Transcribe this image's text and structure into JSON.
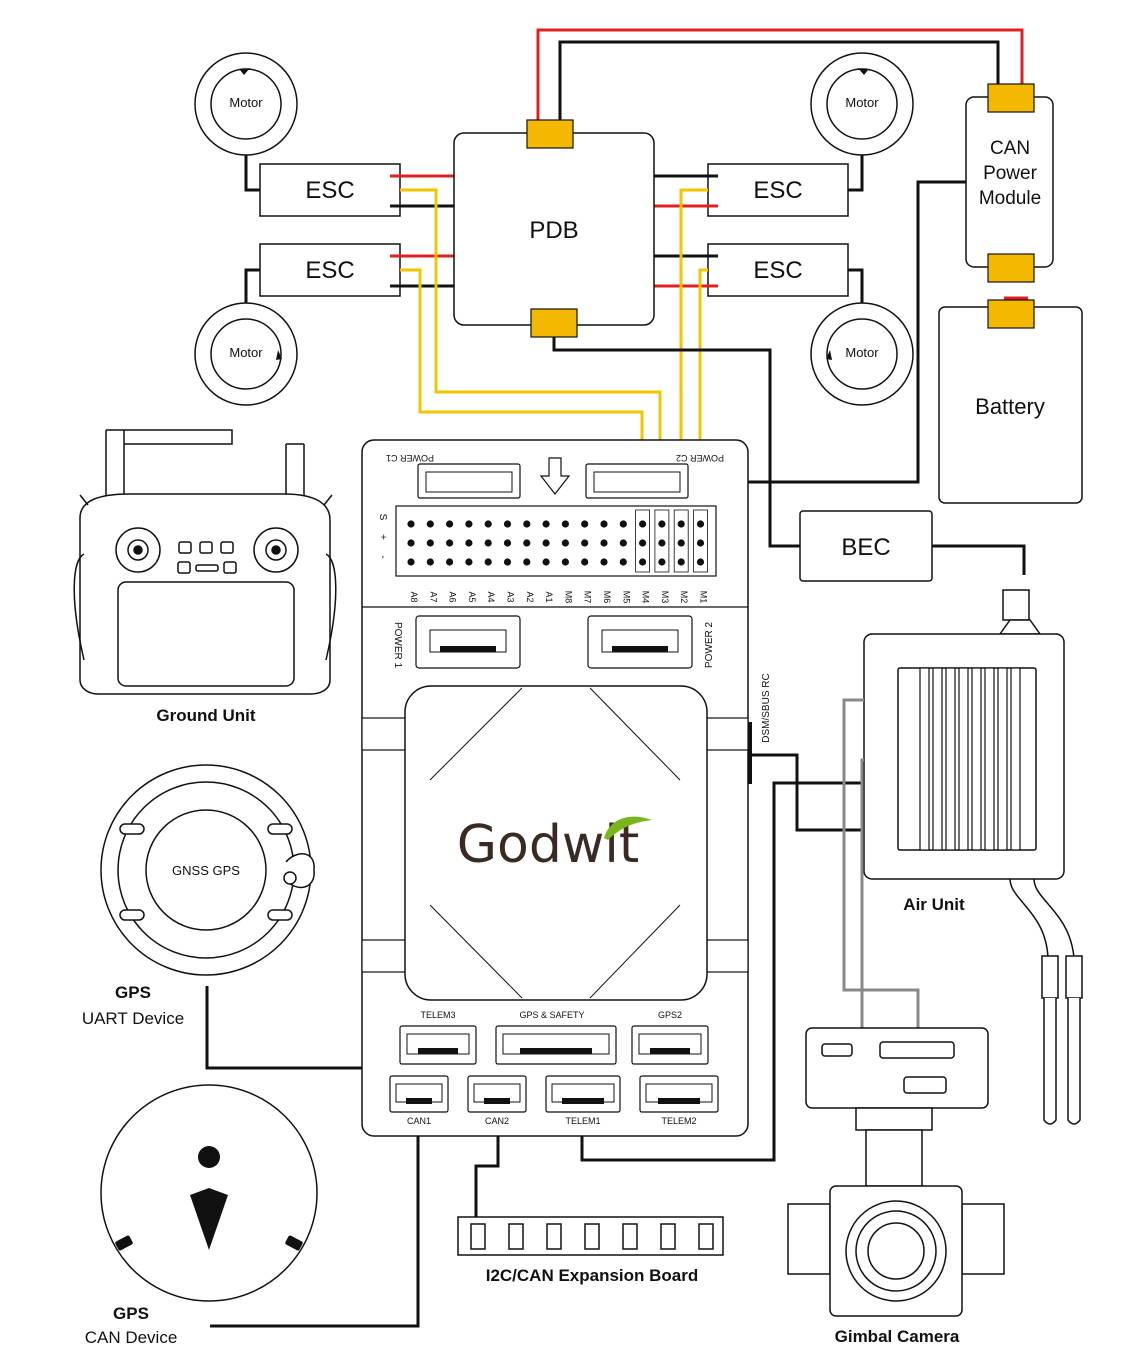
{
  "labels": {
    "motor": "Motor",
    "esc": "ESC",
    "pdb": "PDB",
    "can_power_module": [
      "CAN",
      "Power",
      "Module"
    ],
    "battery": "Battery",
    "bec": "BEC",
    "ground_unit": "Ground  Unit",
    "air_unit": "Air Unit",
    "gnss_gps": "GNSS GPS",
    "gps_uart_title": "GPS",
    "gps_uart_sub": "UART Device",
    "gps_can_title": "GPS",
    "gps_can_sub": "CAN Device",
    "expansion_board": "I2C/CAN Expansion Board",
    "gimbal_camera": "Gimbal Camera",
    "brand": "Godwit"
  },
  "fc_ports": {
    "power_c1": "POWER C1",
    "power_c2": "POWER C2",
    "power_1": "POWER 1",
    "power_2": "POWER 2",
    "dsm_sbus_rc": "DSM/SBUS RC",
    "pin_rows": [
      "S",
      "+",
      "-"
    ],
    "outputs": [
      "A8",
      "A7",
      "A6",
      "A5",
      "A4",
      "A3",
      "A2",
      "A1",
      "M8",
      "M7",
      "M6",
      "M5",
      "M4",
      "M3",
      "M2",
      "M1"
    ],
    "telem3": "TELEM3",
    "gps_safety": "GPS  & SAFETY",
    "gps2": "GPS2",
    "can1": "CAN1",
    "can2": "CAN2",
    "telem1": "TELEM1",
    "telem2": "TELEM2"
  },
  "colors": {
    "connector": "#f5b800",
    "power_red": "#e02020",
    "signal_yellow": "#f2c500",
    "wire_black": "#111111",
    "wire_gray": "#888888",
    "brand_green": "#7ab51d",
    "brand_dark": "#3a2a22"
  }
}
